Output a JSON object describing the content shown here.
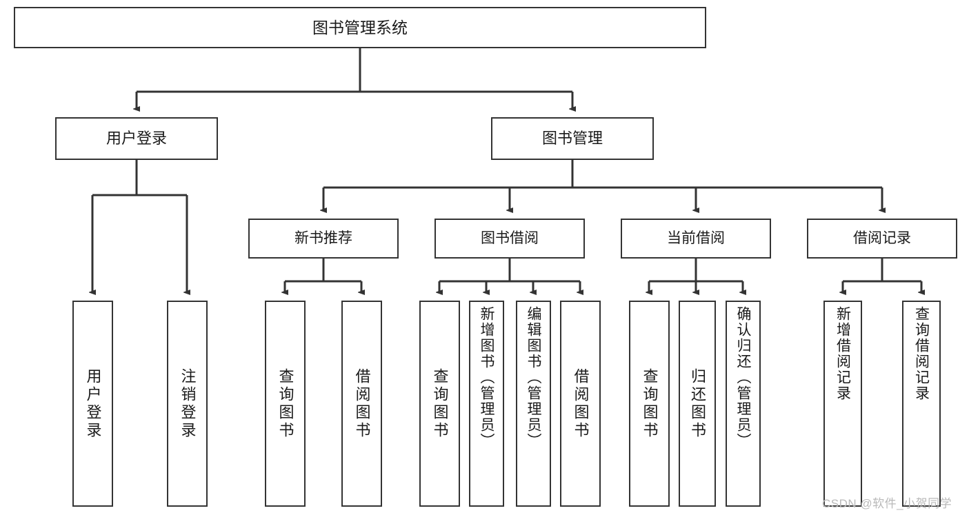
{
  "diagram": {
    "title": "图书管理系统",
    "type": "hierarchy-tree",
    "levels": 4
  },
  "nodes": {
    "root": {
      "label": "图书管理系统"
    },
    "level2": [
      {
        "id": "user-login",
        "label": "用户登录"
      },
      {
        "id": "book-management",
        "label": "图书管理"
      }
    ],
    "level3": [
      {
        "id": "new-book-recommend",
        "label": "新书推荐"
      },
      {
        "id": "book-borrow",
        "label": "图书借阅"
      },
      {
        "id": "current-borrow",
        "label": "当前借阅"
      },
      {
        "id": "borrow-record",
        "label": "借阅记录"
      }
    ],
    "leaves": [
      {
        "id": "leaf-user-login",
        "label": "用户登录",
        "parent": "user-login"
      },
      {
        "id": "leaf-logout",
        "label": "注销登录",
        "parent": "user-login"
      },
      {
        "id": "leaf-query-book-1",
        "label": "查询图书",
        "parent": "new-book-recommend"
      },
      {
        "id": "leaf-borrow-book-1",
        "label": "借阅图书",
        "parent": "new-book-recommend"
      },
      {
        "id": "leaf-query-book-2",
        "label": "查询图书",
        "parent": "book-borrow"
      },
      {
        "id": "leaf-add-book",
        "label": "新增图书（管理员）",
        "parent": "book-borrow"
      },
      {
        "id": "leaf-edit-book",
        "label": "编辑图书（管理员）",
        "parent": "book-borrow"
      },
      {
        "id": "leaf-borrow-book-2",
        "label": "借阅图书",
        "parent": "book-borrow"
      },
      {
        "id": "leaf-query-book-3",
        "label": "查询图书",
        "parent": "current-borrow"
      },
      {
        "id": "leaf-return-book",
        "label": "归还图书",
        "parent": "current-borrow"
      },
      {
        "id": "leaf-confirm-return",
        "label": "确认归还（管理员）",
        "parent": "current-borrow"
      },
      {
        "id": "leaf-add-record",
        "label": "新增借阅记录",
        "parent": "borrow-record"
      },
      {
        "id": "leaf-query-record",
        "label": "查询借阅记录",
        "parent": "borrow-record"
      }
    ]
  },
  "watermark": {
    "text": "CSDN @软件_小贺同学"
  },
  "colors": {
    "border": "#333333",
    "background": "#ffffff",
    "text": "#1a1a1a",
    "watermark": "#b9b9b9"
  }
}
